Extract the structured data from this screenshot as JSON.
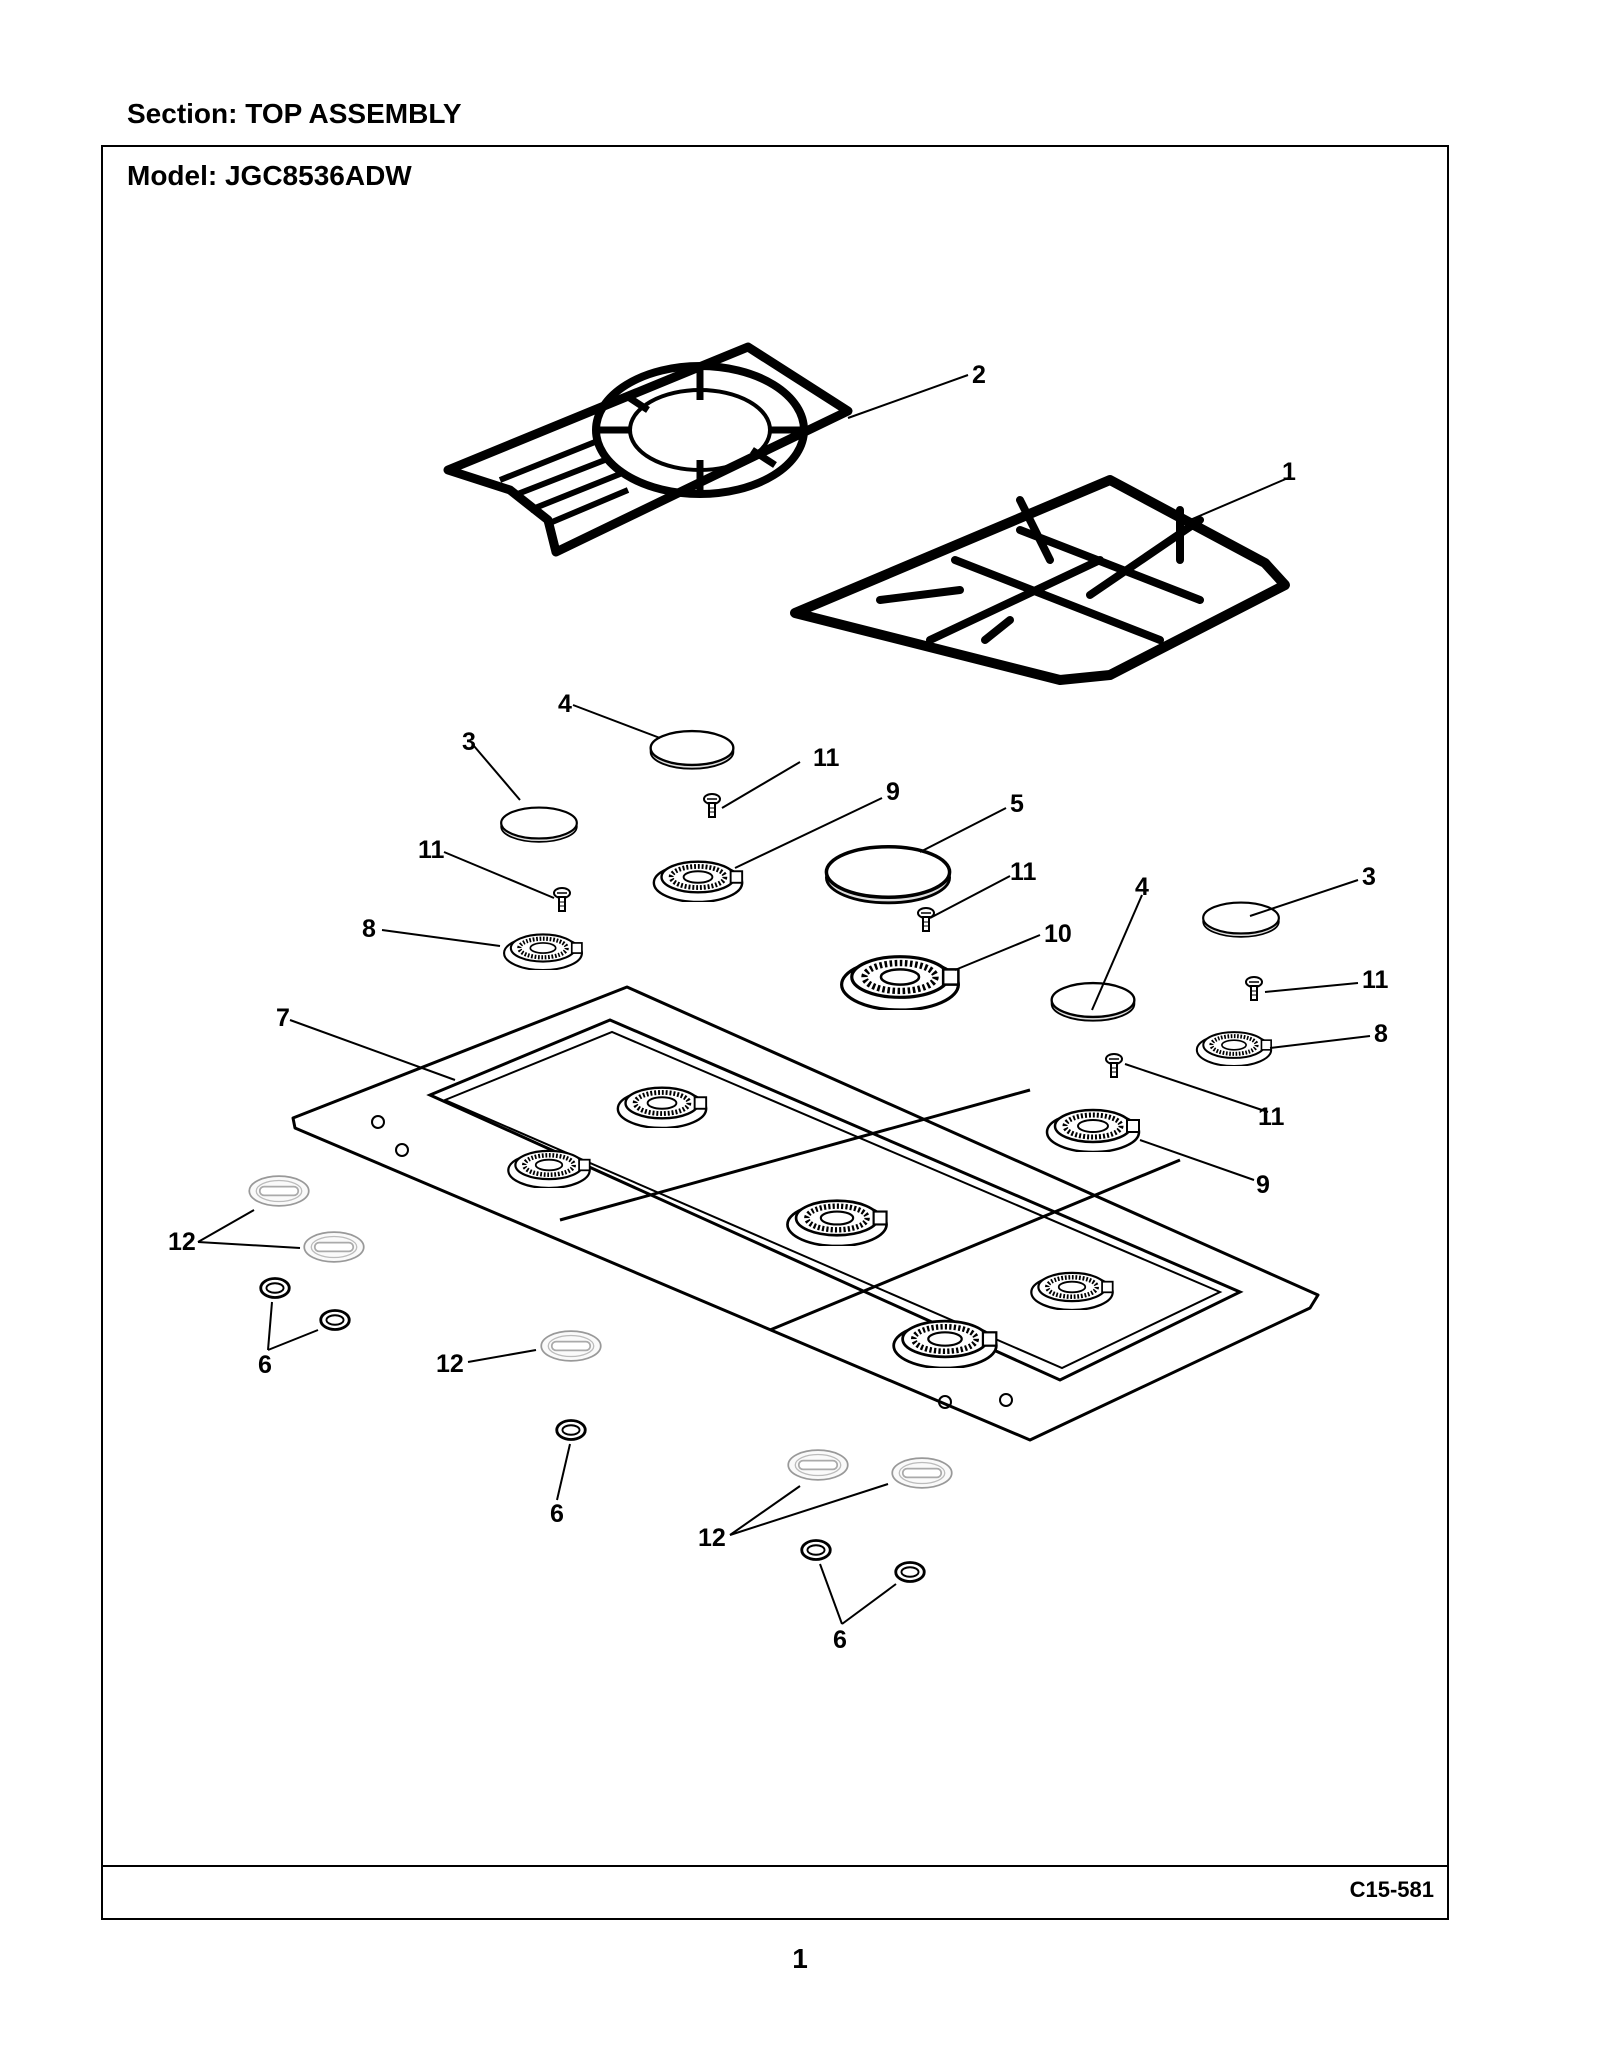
{
  "header": {
    "section": "Section:  TOP ASSEMBLY",
    "model": "Model:  JGC8536ADW"
  },
  "footer": {
    "drawing_code": "C15-581",
    "page_number": "1"
  },
  "callouts": {
    "c1": "1",
    "c2": "2",
    "c3a": "3",
    "c3b": "3",
    "c4a": "4",
    "c4b": "4",
    "c5": "5",
    "c6a": "6",
    "c6b": "6",
    "c6c": "6",
    "c7": "7",
    "c8a": "8",
    "c8b": "8",
    "c9a": "9",
    "c9b": "9",
    "c10": "10",
    "c11a": "11",
    "c11b": "11",
    "c11c": "11",
    "c11d": "11",
    "c11e": "11",
    "c12a": "12",
    "c12b": "12",
    "c12c": "12"
  }
}
